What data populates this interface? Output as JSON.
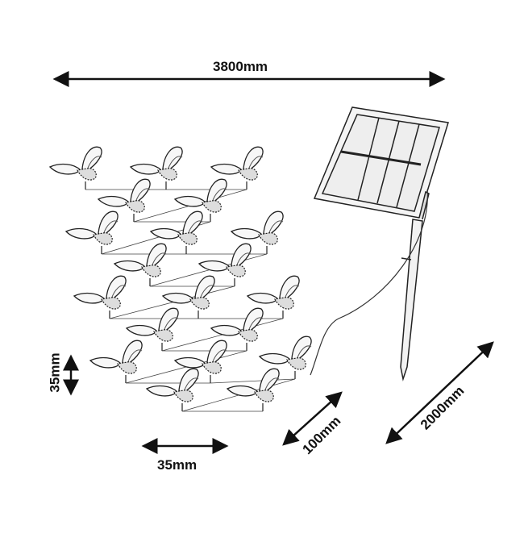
{
  "dimensions": {
    "total_length": "3800mm",
    "butterfly_height": "35mm",
    "butterfly_width": "35mm",
    "spacing": "100mm",
    "lead_cable": "2000mm"
  },
  "colors": {
    "line": "#111111",
    "background": "#ffffff"
  }
}
